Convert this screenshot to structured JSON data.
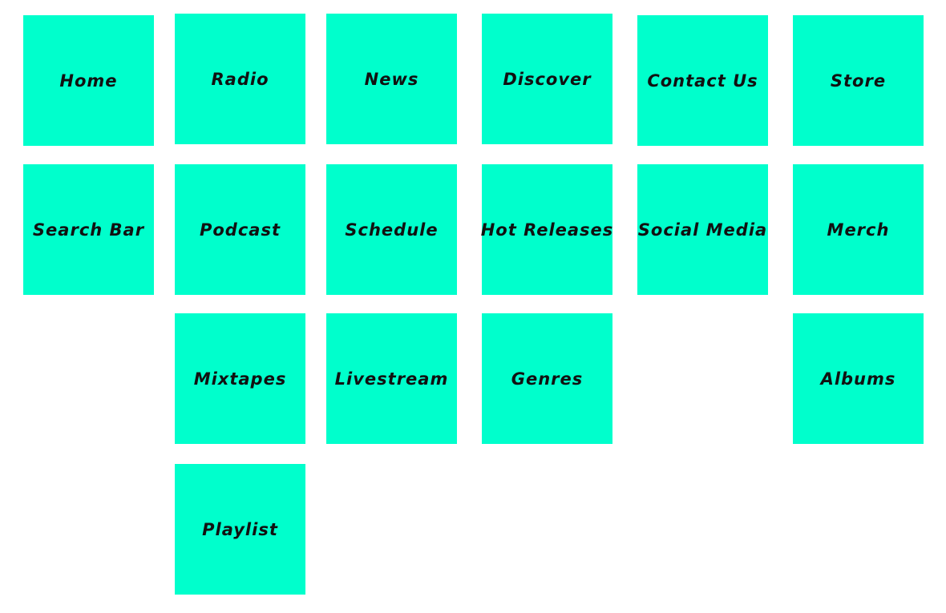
{
  "theme": {
    "note_color": "#00ffcc",
    "text_color": "#111111",
    "background": "#ffffff"
  },
  "notes": [
    "Home",
    "Radio",
    "News",
    "Discover",
    "Contact Us",
    "Store",
    "Search Bar",
    "Podcast",
    "Schedule",
    "Hot Releases",
    "Social Media",
    "Merch",
    "Mixtapes",
    "Livestream",
    "Genres",
    "Albums",
    "Playlist"
  ]
}
